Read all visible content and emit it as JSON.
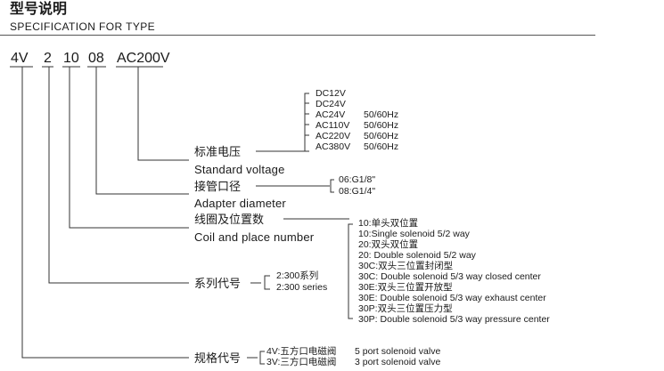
{
  "header": {
    "title": "型号说明",
    "subtitle": "SPECIFICATION FOR TYPE"
  },
  "codes": [
    "4V",
    "2",
    "10",
    "08",
    "AC200V"
  ],
  "fields": {
    "voltage": {
      "label_cn": "标准电压",
      "label_en": "Standard voltage",
      "options": [
        {
          "code": "DC12V",
          "freq": ""
        },
        {
          "code": "DC24V",
          "freq": ""
        },
        {
          "code": "AC24V",
          "freq": "50/60Hz"
        },
        {
          "code": "AC110V",
          "freq": "50/60Hz"
        },
        {
          "code": "AC220V",
          "freq": "50/60Hz"
        },
        {
          "code": "AC380V",
          "freq": "50/60Hz"
        }
      ]
    },
    "adapter": {
      "label_cn": "接管口径",
      "label_en": "Adapter diameter",
      "options": [
        "06:G1/8\"",
        "08:G1/4\""
      ]
    },
    "coil": {
      "label_cn": "线圈及位置数",
      "label_en": "Coil and place number",
      "options": [
        "10:单头双位置",
        "10:Single solenoid 5/2 way",
        "20:双头双位置",
        "20: Double solenoid 5/2 way",
        "30C:双头三位置封闭型",
        "30C: Double solenoid 5/3 way closed center",
        "30E:双头三位置开放型",
        "30E: Double solenoid 5/3 way exhaust center",
        "30P:双头三位置压力型",
        "30P: Double solenoid 5/3 way pressure center"
      ]
    },
    "series": {
      "label_cn": "系列代号",
      "options": [
        "2:300系列",
        "2:300 series"
      ]
    },
    "spec": {
      "label_cn": "规格代号",
      "options": [
        {
          "code": "4V:五方口电磁阀",
          "desc": "5 port solenoid valve"
        },
        {
          "code": "3V:三方口电磁阀",
          "desc": "3 port solenoid valve"
        }
      ]
    }
  }
}
